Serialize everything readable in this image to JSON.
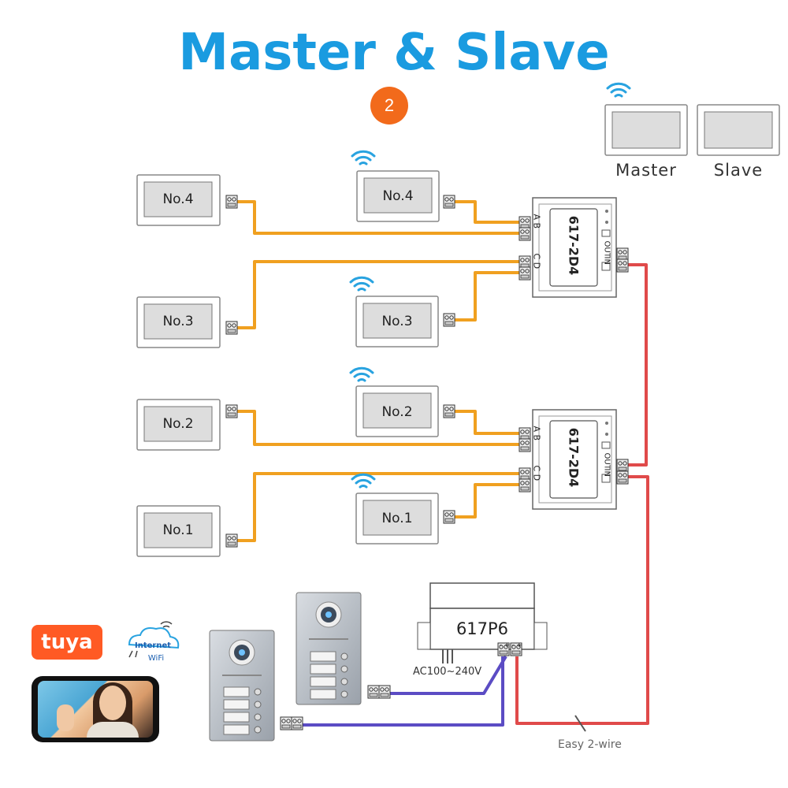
{
  "title": "Master & Slave",
  "badge": "2",
  "legend": {
    "master": "Master",
    "slave": "Slave"
  },
  "monitors": {
    "left": [
      "No.4",
      "No.3",
      "No.2",
      "No.1"
    ],
    "right": [
      "No.4",
      "No.3",
      "No.2",
      "No.1"
    ]
  },
  "distributors": [
    {
      "model": "617-2D4",
      "port_ab": "A  B",
      "port_cd": "C  D",
      "port_out": "OUT",
      "port_in": "IN"
    },
    {
      "model": "617-2D4",
      "port_ab": "A  B",
      "port_cd": "C  D",
      "port_out": "OUT",
      "port_in": "IN"
    }
  ],
  "power_supply": {
    "model": "617P6",
    "ac_input": "AC100~240V",
    "terminals": "- +  - +"
  },
  "cable_note": "Easy 2-wire",
  "brand": {
    "logo": "tuya",
    "internet": "Internet",
    "wifi": "WiFi"
  },
  "colors": {
    "title": "#1a9be0",
    "badge": "#f26a1b",
    "bus_wire": "#f0a020",
    "power_wire": "#e04a4a",
    "door_wire": "#5b4cc4",
    "wifi_icon": "#29a3e0"
  },
  "icons": [
    "wifi-icon",
    "terminal-block-icon",
    "camera-icon",
    "smartphone-icon",
    "tuya-logo",
    "internet-wifi-icon"
  ]
}
